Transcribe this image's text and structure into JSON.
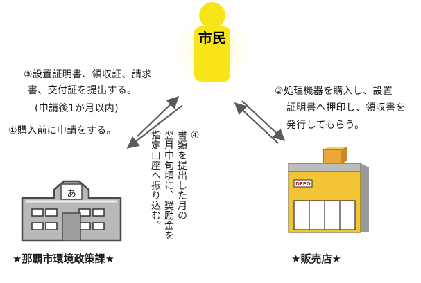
{
  "citizen": {
    "label": "市民"
  },
  "steps": {
    "step3_line1": "③設置証明書、領収証、請求",
    "step3_line2": "書、交付証を提出する。",
    "step3_line3": "(申請後1か月以内)",
    "step1": "①購入前に申請をする。",
    "step2_line1": "②処理機器を購入し、設置",
    "step2_line2": "証明書へ押印し、領収書を",
    "step2_line3": "発行してもらう。",
    "step4_col1": "④",
    "step4_col2": "書類を提出した月の",
    "step4_col3": "翌月中旬頃に、奨励金を",
    "step4_col4": "指定口座へ振り込む。"
  },
  "city_hall": {
    "caption": "★那覇市環境政策課★",
    "emblem": "ぁ"
  },
  "store": {
    "caption": "★販売店★",
    "sign": "DEPO"
  },
  "colors": {
    "citizen_yellow": "#f7e51a",
    "citizen_glow": "#fffbd0",
    "store_yellow": "#f3c436",
    "store_gray": "#bdbdbd",
    "building_gray": "#b9b9b9",
    "arrow_gray": "#5a5a5a"
  },
  "icons": [
    "person-icon",
    "city-hall-building-icon",
    "store-building-icon",
    "arrow-icon"
  ]
}
